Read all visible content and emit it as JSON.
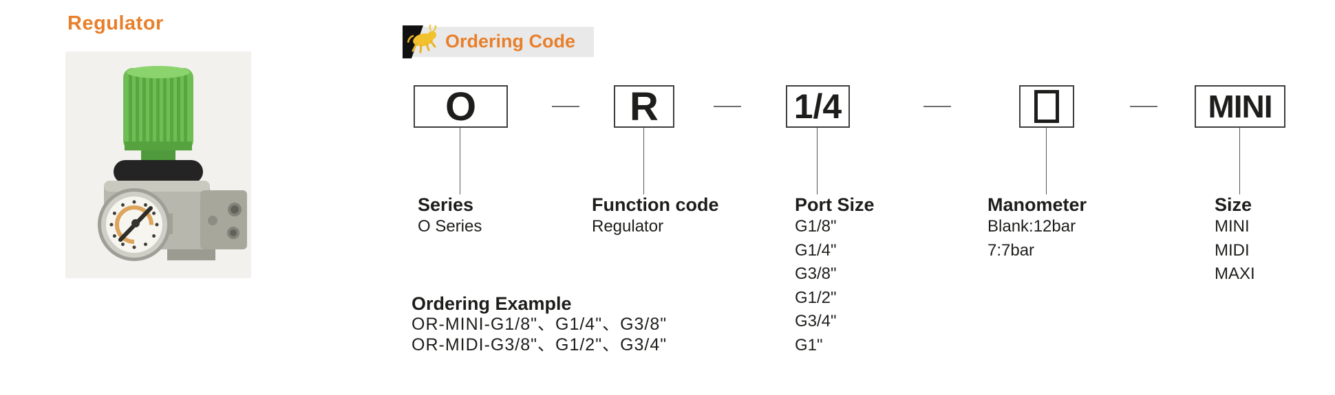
{
  "page": {
    "title": "Regulator"
  },
  "colors": {
    "accent": "#e87f2b",
    "header_bg": "#e9e9e9",
    "text": "#1d1d1b"
  },
  "section_header": {
    "label": "Ordering Code",
    "icon": "bull-flag-icon"
  },
  "ordering_code": {
    "segments": [
      {
        "code": "O",
        "label": "Series",
        "options": [
          "O Series"
        ]
      },
      {
        "code": "R",
        "label": "Function code",
        "options": [
          "Regulator"
        ]
      },
      {
        "code": "1/4",
        "label": "Port Size",
        "options": [
          "G1/8\"",
          "G1/4\"",
          "G3/8\"",
          "G1/2\"",
          "G3/4\"",
          "G1\""
        ]
      },
      {
        "code": "□",
        "label": "Manometer",
        "options": [
          "Blank:12bar",
          "7:7bar"
        ]
      },
      {
        "code": "MINI",
        "label": "Size",
        "options": [
          "MINI",
          "MIDI",
          "MAXI"
        ]
      }
    ]
  },
  "ordering_example": {
    "title": "Ordering Example",
    "lines": [
      "OR-MINI-G1/8\"、G1/4\"、G3/8\"",
      "OR-MIDI-G3/8\"、G1/2\"、G3/4\""
    ]
  }
}
